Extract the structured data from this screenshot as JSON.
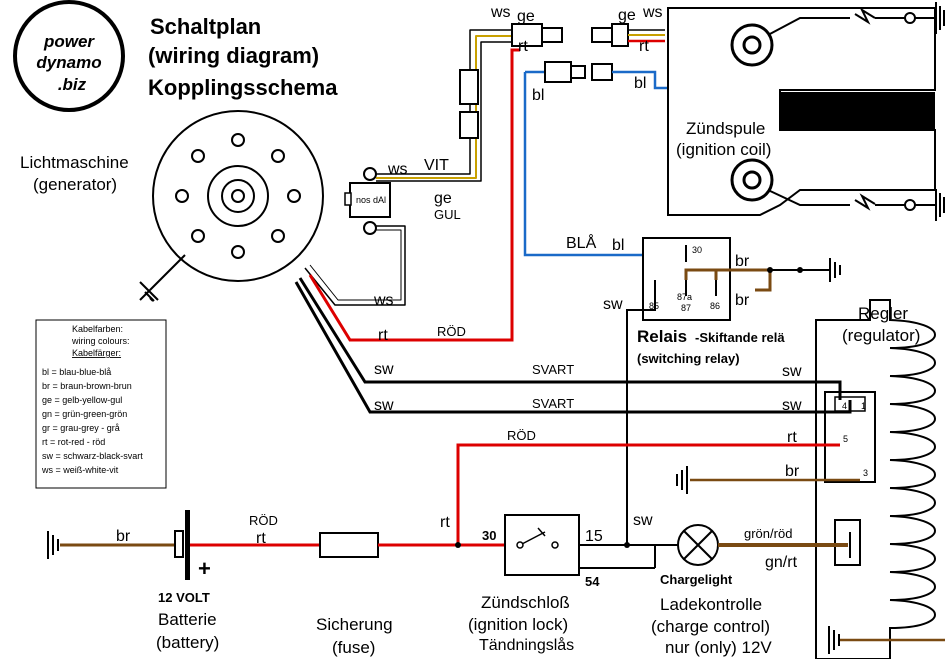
{
  "logo": {
    "line1": "power",
    "line2": "dynamo",
    "line3": ".biz"
  },
  "title": {
    "line1": "Schaltplan",
    "line2": "(wiring diagram)",
    "line3": "Kopplingsschema"
  },
  "generator": {
    "name": "Lichtmaschine",
    "en": "(generator)"
  },
  "connector_top": {
    "ws": "ws",
    "ge": "ge",
    "rt": "rt",
    "bl": "bl"
  },
  "connector_right": {
    "ge": "ge",
    "ws": "ws",
    "rt": "rt",
    "bl": "bl"
  },
  "generator_wires": {
    "ws": "ws",
    "vit": "VIT",
    "ge": "ge",
    "gul": "GUL",
    "ws2": "ws",
    "module_label": "nos dAl",
    "rt": "rt",
    "rod": "RÖD"
  },
  "coil": {
    "name": "Zündspule",
    "en": "(ignition coil)"
  },
  "relay": {
    "name": "Relais",
    "sv": "-Skiftande relä",
    "en": "(switching relay)",
    "pin30": "30",
    "pin85": "85",
    "pin87a": "87a",
    "pin87": "87",
    "pin86": "86",
    "bla": "BLÅ",
    "bl": "bl",
    "br1": "br",
    "br2": "br",
    "sw": "sw"
  },
  "regulator": {
    "name": "Regler",
    "en": "(regulator)",
    "p4": "4",
    "p1": "1",
    "p5": "5",
    "p3": "3",
    "rt": "rt",
    "br": "br",
    "sw1": "sw",
    "sw2": "sw"
  },
  "main_wires": {
    "sw1": "sw",
    "svart1": "SVART",
    "sw2": "sw",
    "svart2": "SVART",
    "rod": "RÖD"
  },
  "legend": {
    "title1": "Kabelfarben:",
    "title2": "wiring colours:",
    "title3": "Kabelfärger:",
    "items": [
      "bl = blau-blue-blå",
      "br = braun-brown-brun",
      "ge = gelb-yellow-gul",
      "gn = grün-green-grön",
      "gr = grau-grey - grå",
      "rt = rot-red - röd",
      "sw = schwarz-black-svart",
      "ws = weiß-white-vit"
    ]
  },
  "battery": {
    "br": "br",
    "plus": "+",
    "volt": "12 VOLT",
    "name": "Batterie",
    "en": "(battery)"
  },
  "fuse": {
    "rod": "RÖD",
    "rt": "rt",
    "name": "Sicherung",
    "en": "(fuse)"
  },
  "lock": {
    "rt": "rt",
    "p30": "30",
    "p15": "15",
    "p54": "54",
    "sw": "sw",
    "name": "Zündschloß",
    "en": "(ignition lock)",
    "sv": "Tändningslås"
  },
  "chargelight": {
    "label": "Chargelight",
    "name": "Ladekontrolle",
    "en": "(charge control)",
    "note": "nur (only) 12V",
    "gronrod": "grön/röd",
    "gnrt": "gn/rt"
  }
}
